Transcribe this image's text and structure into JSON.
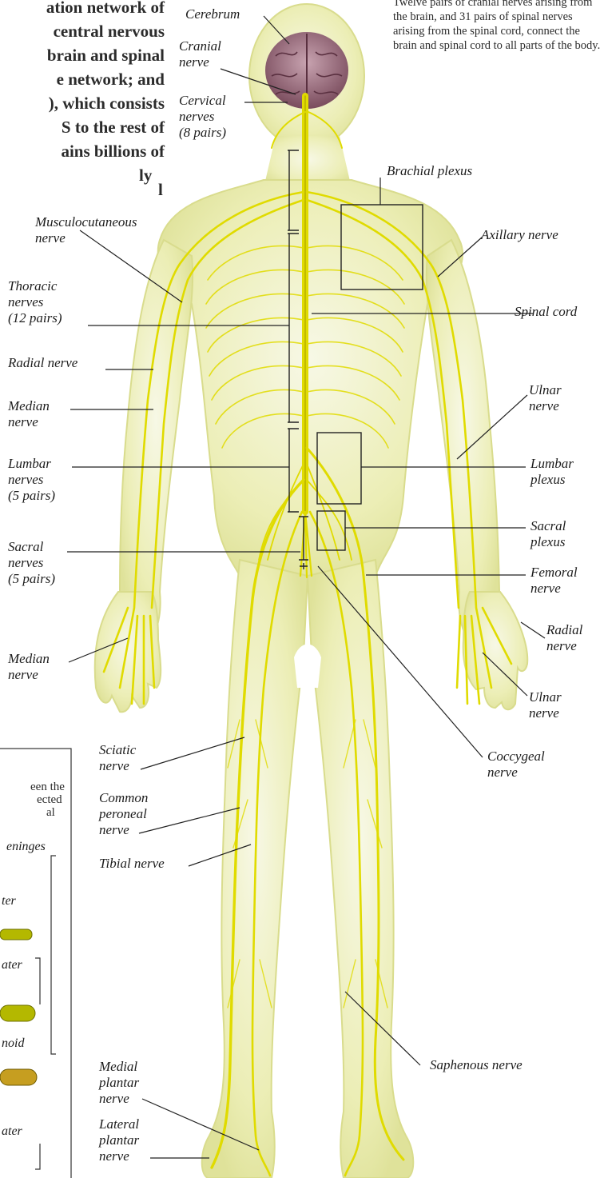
{
  "intro_text": {
    "lines": [
      "ation network of",
      "central nervous",
      "brain and spinal",
      "e network; and",
      "), which consists",
      "S to the rest of",
      "ains billions of",
      "ly",
      "l"
    ]
  },
  "caption": "Twelve pairs of cranial nerves arising from the brain, and 31 pairs of spinal nerves arising from the spinal cord, connect the brain and spinal cord to all parts of the body.",
  "labels": {
    "cerebrum": "Cerebrum",
    "cranial_nerve": [
      "Cranial",
      "nerve"
    ],
    "cervical_nerves": [
      "Cervical",
      "nerves",
      "(8 pairs)"
    ],
    "brachial_plexus": "Brachial  plexus",
    "musculocutaneous_nerve": [
      "Musculocutaneous",
      "nerve"
    ],
    "axillary_nerve": "Axillary nerve",
    "thoracic_nerves": [
      "Thoracic",
      "nerves",
      "(12 pairs)"
    ],
    "spinal_cord": "Spinal cord",
    "radial_nerve_left": "Radial nerve",
    "median_nerve_upper": [
      "Median",
      "nerve"
    ],
    "ulnar_nerve_upper": [
      "Ulnar",
      "nerve"
    ],
    "lumbar_nerves": [
      "Lumbar",
      "nerves",
      "(5 pairs)"
    ],
    "lumbar_plexus": [
      "Lumbar",
      "plexus"
    ],
    "sacral_nerves": [
      "Sacral",
      "nerves",
      "(5 pairs)"
    ],
    "sacral_plexus": [
      "Sacral",
      "plexus"
    ],
    "femoral_nerve": [
      "Femoral",
      "nerve"
    ],
    "radial_nerve_right": [
      "Radial",
      "nerve"
    ],
    "median_nerve_lower": [
      "Median",
      "nerve"
    ],
    "ulnar_nerve_lower": [
      "Ulnar",
      "nerve"
    ],
    "sciatic_nerve": [
      "Sciatic",
      "nerve"
    ],
    "coccygeal_nerve": [
      "Coccygeal",
      "nerve"
    ],
    "common_peroneal_nerve": [
      "Common",
      "peroneal",
      "nerve"
    ],
    "tibial_nerve": "Tibial nerve",
    "saphenous_nerve": "Saphenous nerve",
    "medial_plantar_nerve": [
      "Medial",
      "plantar",
      "nerve"
    ],
    "lateral_plantar_nerve": [
      "Lateral",
      "plantar",
      "nerve"
    ]
  },
  "inset": {
    "text_lines": [
      "een the",
      "ected",
      "al"
    ],
    "meninges_label": "eninges",
    "layer_labels": [
      "ter",
      "ater",
      "noid",
      "ater"
    ]
  },
  "colors": {
    "nerve": "#e6e000",
    "body_fill": "#eef0b8",
    "label_text": "#1c1c1c",
    "leader_line": "#222222",
    "brain": "#9a6b7d"
  }
}
